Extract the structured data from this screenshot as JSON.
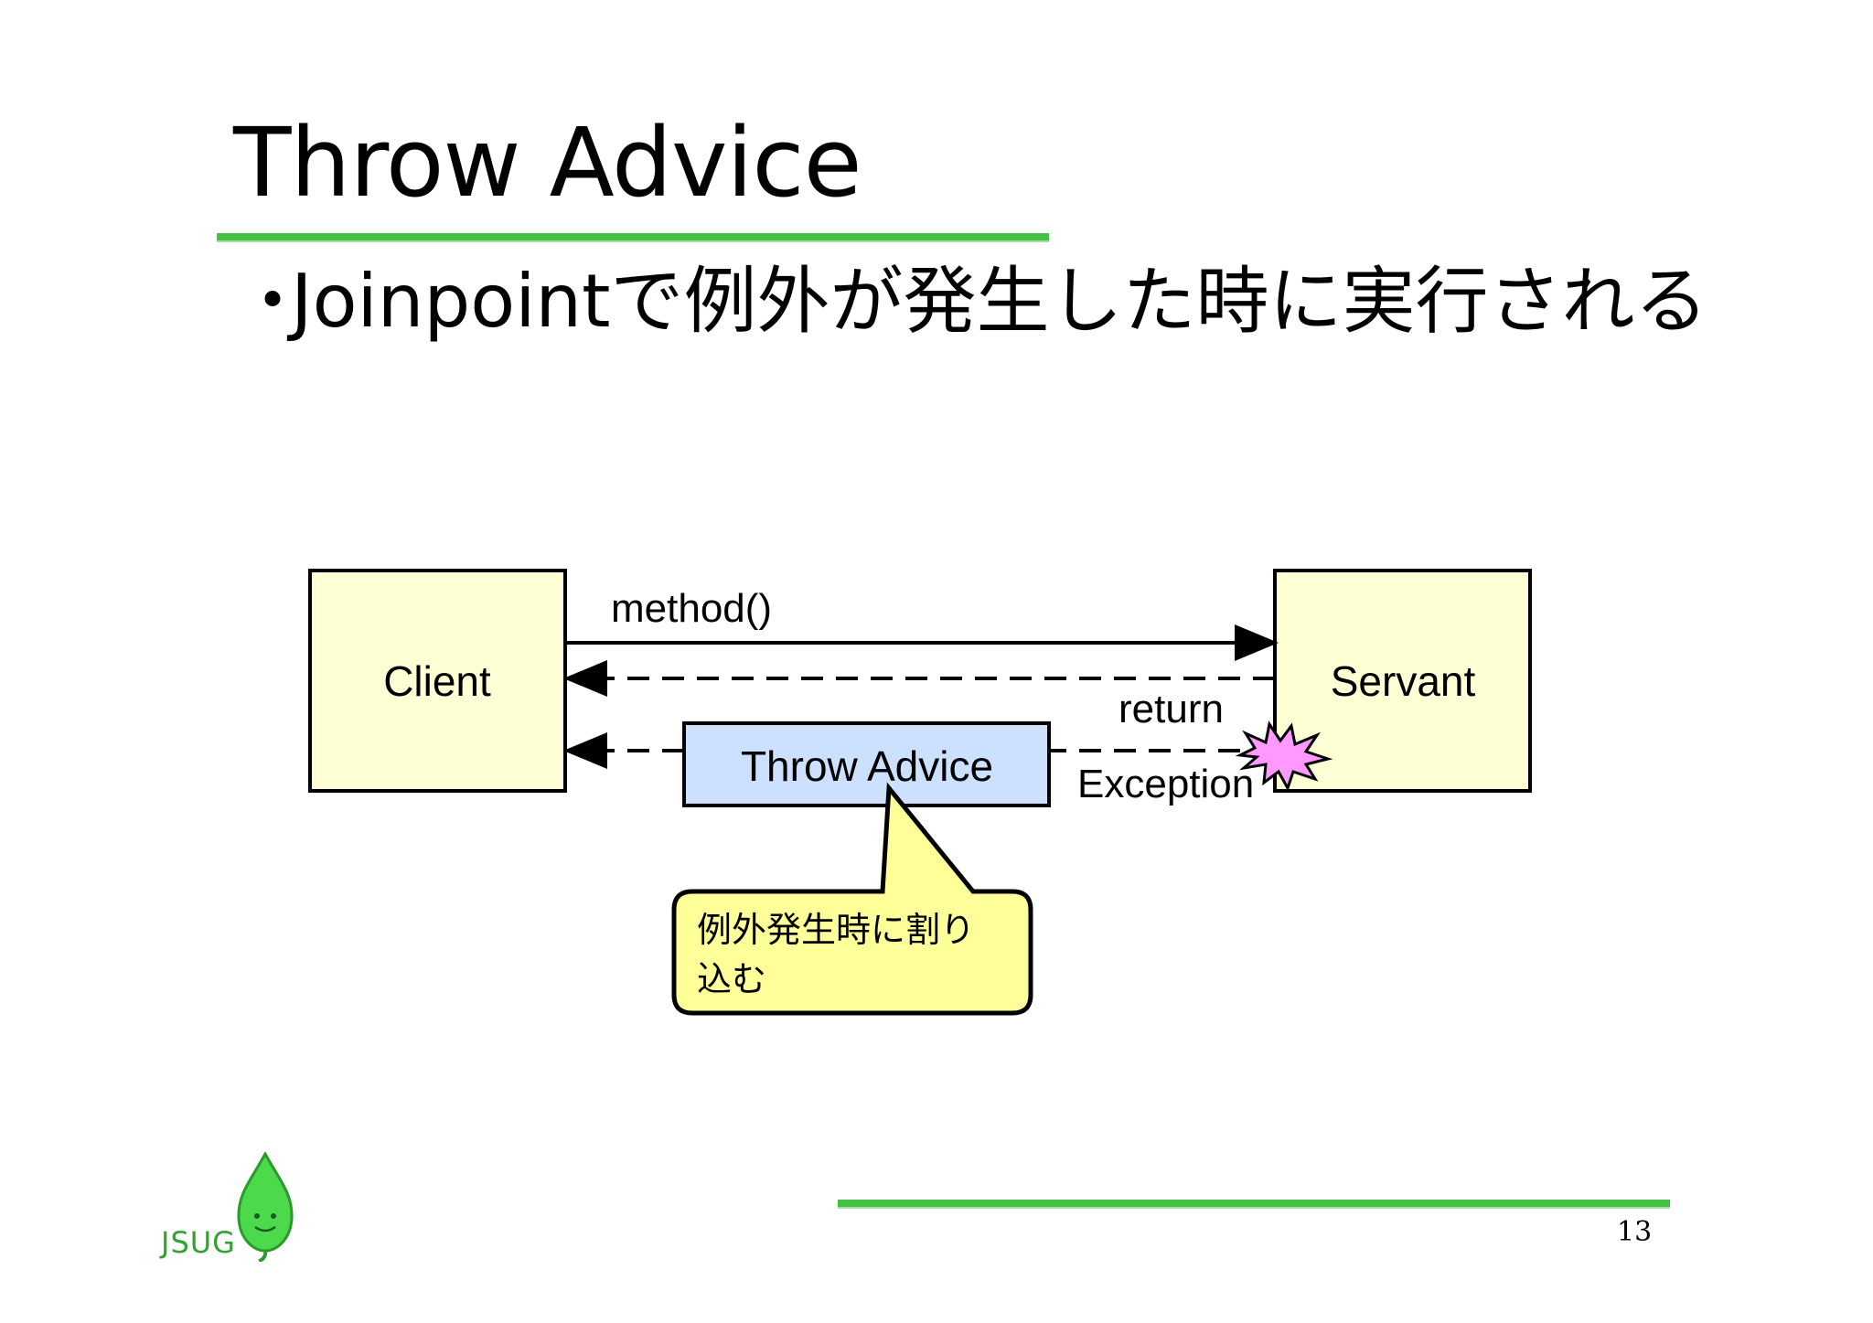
{
  "slide": {
    "title": "Throw Advice",
    "bullet": "・",
    "bullet_text": "Joinpointで例外が発生した時に実行される",
    "page_number": "13",
    "logo_text": "JSUG"
  },
  "diagram": {
    "client_label": "Client",
    "servant_label": "Servant",
    "method_label": "method()",
    "return_label": "return",
    "advice_label": "Throw Advice",
    "exception_label": "Exception",
    "callout_text": "例外発生時に割り\n込む"
  },
  "colors": {
    "green_rule": "#44c044",
    "box_fill": "#ffffd6",
    "advice_fill": "#cce0ff",
    "callout_fill": "#ffff99",
    "burst_fill": "#ff99ff",
    "logo_green": "#2fa52f"
  },
  "icons": {
    "logo": "leaf-mascot-icon",
    "burst": "exception-burst-icon"
  }
}
